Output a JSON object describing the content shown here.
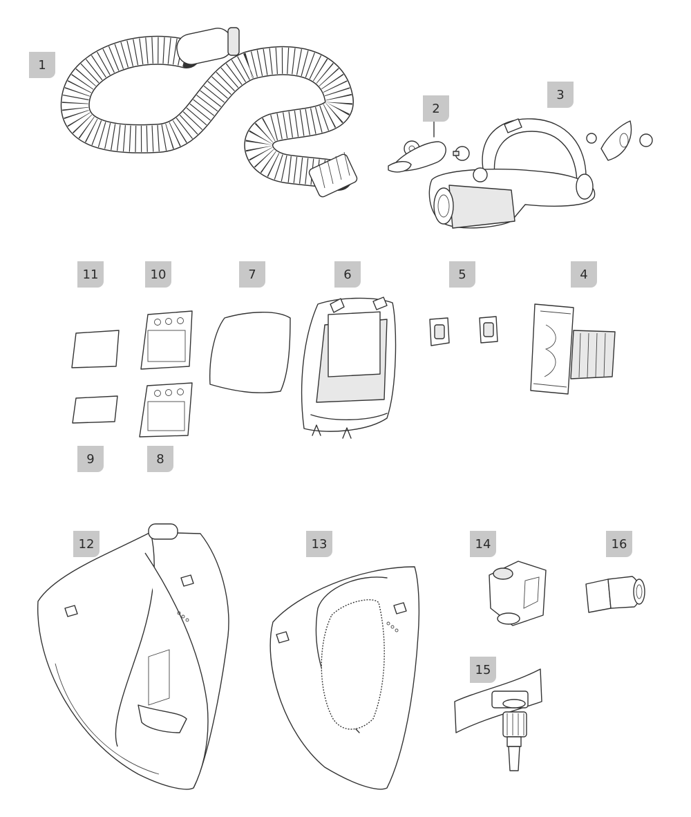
{
  "diagram": {
    "parts": [
      {
        "label": "1",
        "icon": "corrugated-hose-icon"
      },
      {
        "label": "2",
        "icon": "hose-clip-icon"
      },
      {
        "label": "3",
        "icon": "headgear-icon"
      },
      {
        "label": "4",
        "icon": "sweatband-icon"
      },
      {
        "label": "5",
        "icon": "clip-icon"
      },
      {
        "label": "6",
        "icon": "filter-frame-icon"
      },
      {
        "label": "7",
        "icon": "outer-cover-lens-icon"
      },
      {
        "label": "8",
        "icon": "welding-filter-icon"
      },
      {
        "label": "9",
        "icon": "small-cover-lens-icon"
      },
      {
        "label": "10",
        "icon": "welding-filter-icon"
      },
      {
        "label": "11",
        "icon": "inner-cover-lens-icon"
      },
      {
        "label": "12",
        "icon": "welding-shell-icon"
      },
      {
        "label": "13",
        "icon": "face-seal-icon"
      },
      {
        "label": "14",
        "icon": "air-inlet-connector-icon"
      },
      {
        "label": "15",
        "icon": "belt-valve-icon"
      },
      {
        "label": "16",
        "icon": "quick-coupling-icon"
      }
    ],
    "colors": {
      "tag": "#c8c8c8",
      "line": "#333333"
    }
  }
}
